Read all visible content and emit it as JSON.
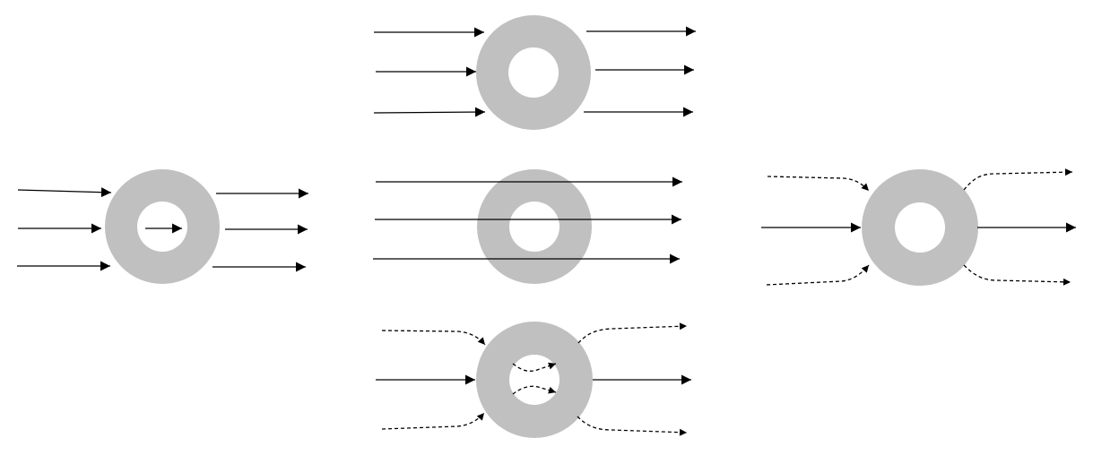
{
  "colors": {
    "ring": "#c0c0c0",
    "background": "#ffffff",
    "ray": "#000000"
  },
  "panels": [
    {
      "name": "top-panel",
      "ray_style": "solid",
      "ray_count": 6
    },
    {
      "name": "left-panel",
      "ray_style": "solid",
      "ray_count": 7
    },
    {
      "name": "center-panel",
      "ray_style": "solid",
      "ray_count": 3
    },
    {
      "name": "right-panel",
      "ray_style": "mixed",
      "ray_count": 6
    },
    {
      "name": "bottom-panel",
      "ray_style": "mixed",
      "ray_count": 8
    }
  ]
}
